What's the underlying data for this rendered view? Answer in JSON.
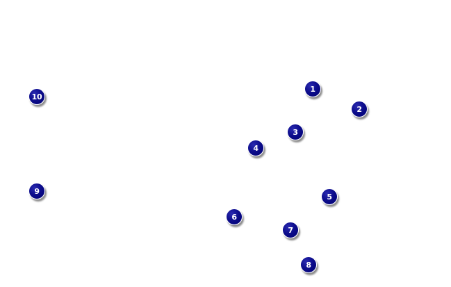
{
  "markers": [
    {
      "label": "1"
    },
    {
      "label": "2"
    },
    {
      "label": "3"
    },
    {
      "label": "4"
    },
    {
      "label": "5"
    },
    {
      "label": "6"
    },
    {
      "label": "7"
    },
    {
      "label": "8"
    },
    {
      "label": "9"
    },
    {
      "label": "10"
    }
  ],
  "colors": {
    "background": "#ffffff",
    "marker_fill": "#000080",
    "marker_border": "#ffffff",
    "marker_text": "#ffffff"
  }
}
